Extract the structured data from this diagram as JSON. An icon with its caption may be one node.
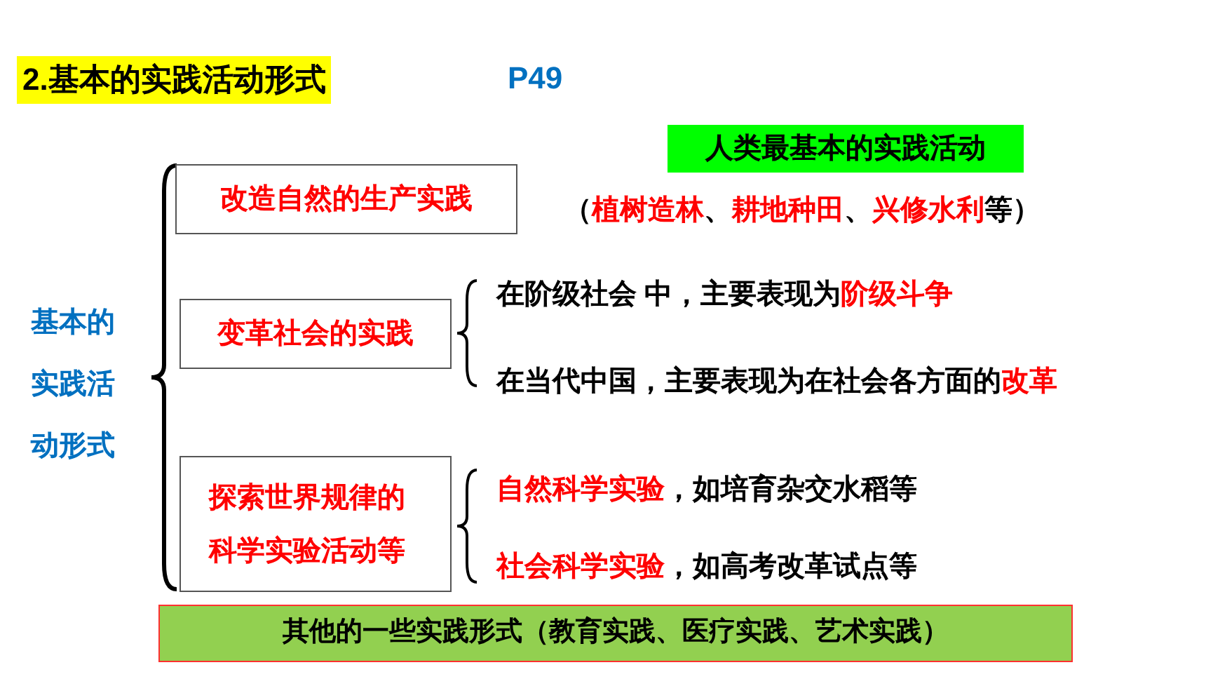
{
  "diagram": {
    "title": "2.基本的实践活动形式",
    "nodes": [
      {
        "text": [
          "人类最基本的实践活动"
        ]
      },
      {
        "text": [
          "改造自然的生产实践"
        ]
      },
      {
        "text": [
          "变革社会的实践"
        ]
      },
      {
        "text": [
          "探索世界规律的科学实验活动等"
        ]
      },
      {
        "text": [
          "其他的一些实践形式（教育实践、医疗实践、艺术实践）"
        ]
      }
    ],
    "labels": [
      "P49",
      "基本的实践活动形式",
      "（",
      "植树造林",
      "、",
      "耕地种田",
      "、",
      "兴修水利",
      "等）",
      "在阶级社会 中，主要表现为",
      "阶级斗争",
      "在当代中国，主要表现为在社会各方面的",
      "改革",
      "自然科学实验",
      "，如培育杂交水稻等",
      "社会科学实验",
      "，如高考改革试点等"
    ]
  }
}
